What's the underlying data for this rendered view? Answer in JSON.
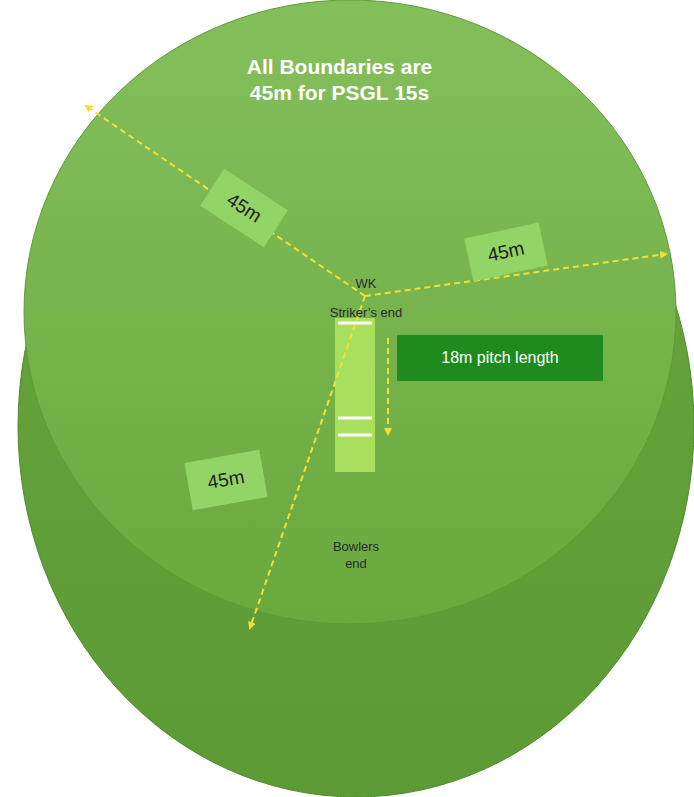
{
  "diagram": {
    "title": "All Boundaries are 45m for PSGL 15s",
    "nodes": [
      {
        "text": [
          "45m"
        ]
      },
      {
        "text": [
          "45m"
        ]
      },
      {
        "text": [
          "18m pitch length"
        ]
      },
      {
        "text": [
          "45m"
        ]
      }
    ],
    "labels": [
      "WK",
      "Striker’s end",
      "Bowlers end"
    ]
  }
}
